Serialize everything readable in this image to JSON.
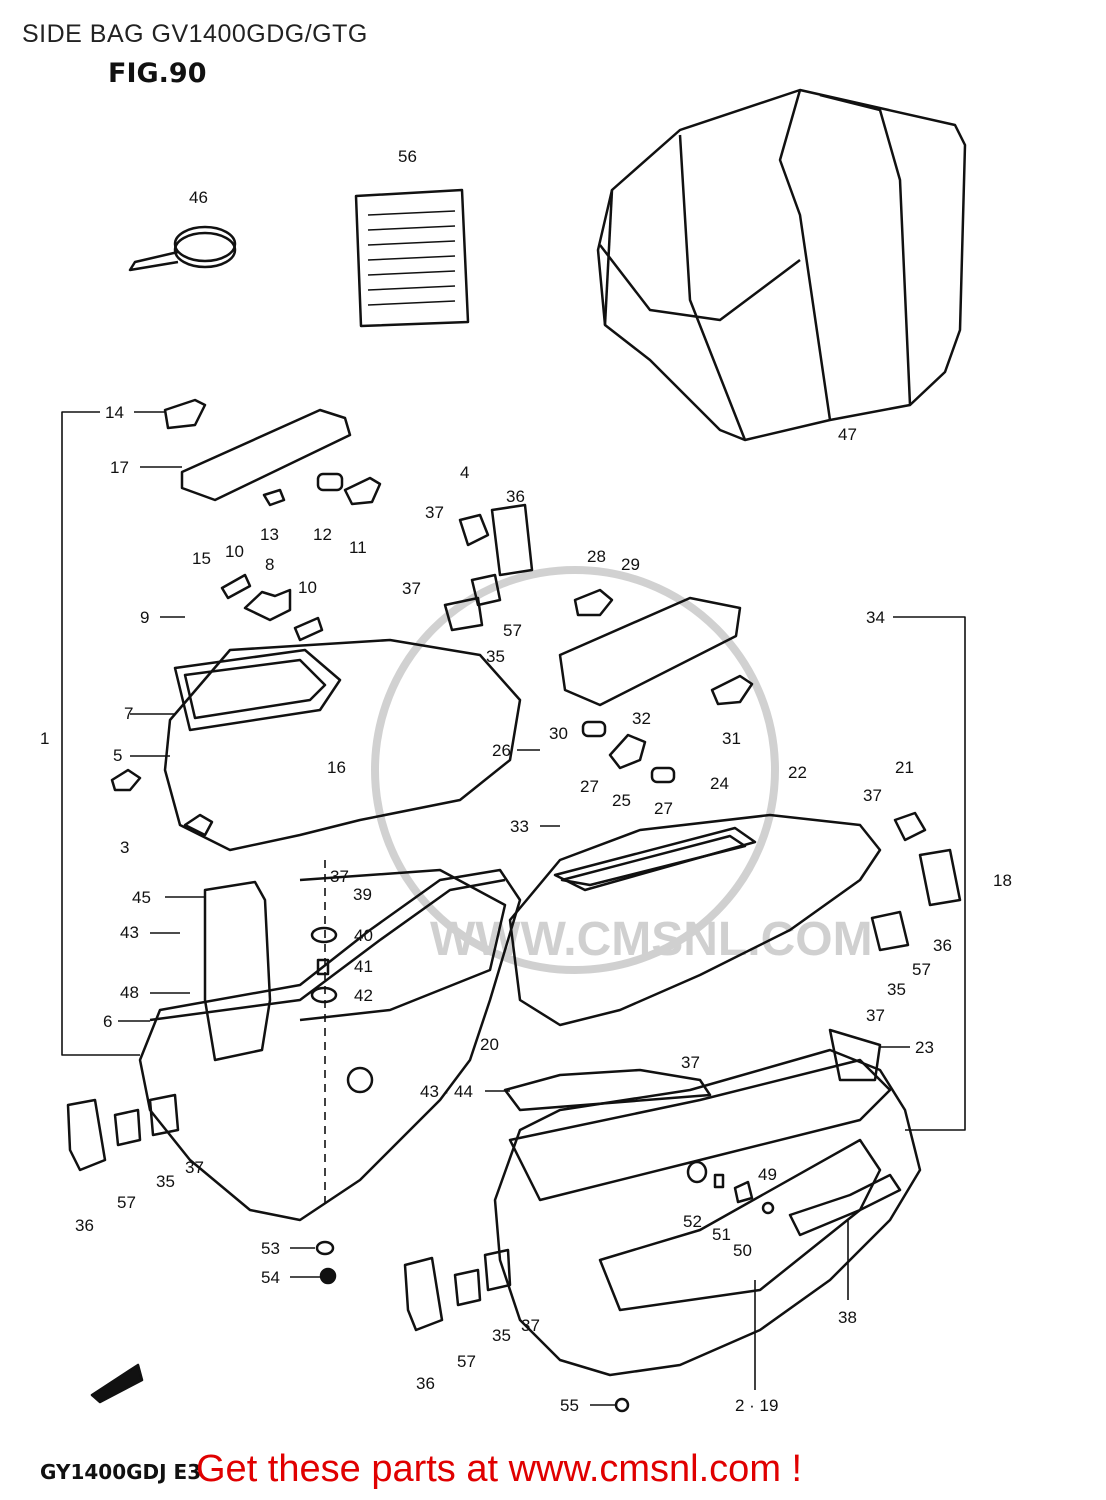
{
  "header": {
    "title": "SIDE BAG GV1400GDG/GTG",
    "figure": "FIG.90"
  },
  "footer": {
    "model_code": "GY1400GDJ E3",
    "cta": "Get these parts at www.cmsnl.com !"
  },
  "watermark": "WWW.CMSNL.COM",
  "callouts": [
    {
      "id": "c46",
      "text": "46"
    },
    {
      "id": "c56",
      "text": "56"
    },
    {
      "id": "c47",
      "text": "47"
    },
    {
      "id": "c14",
      "text": "14"
    },
    {
      "id": "c17",
      "text": "17"
    },
    {
      "id": "c13",
      "text": "13"
    },
    {
      "id": "c12",
      "text": "12"
    },
    {
      "id": "c11",
      "text": "11"
    },
    {
      "id": "c15",
      "text": "15"
    },
    {
      "id": "c10a",
      "text": "10"
    },
    {
      "id": "c8",
      "text": "8"
    },
    {
      "id": "c10b",
      "text": "10"
    },
    {
      "id": "c9",
      "text": "9"
    },
    {
      "id": "c4",
      "text": "4"
    },
    {
      "id": "c36a",
      "text": "36"
    },
    {
      "id": "c37a",
      "text": "37"
    },
    {
      "id": "c37b",
      "text": "37"
    },
    {
      "id": "c57a",
      "text": "57"
    },
    {
      "id": "c35a",
      "text": "35"
    },
    {
      "id": "c28",
      "text": "28"
    },
    {
      "id": "c29",
      "text": "29"
    },
    {
      "id": "c34",
      "text": "34"
    },
    {
      "id": "c7",
      "text": "7"
    },
    {
      "id": "c1",
      "text": "1"
    },
    {
      "id": "c5",
      "text": "5"
    },
    {
      "id": "c16",
      "text": "16"
    },
    {
      "id": "c3",
      "text": "3"
    },
    {
      "id": "c30",
      "text": "30"
    },
    {
      "id": "c32",
      "text": "32"
    },
    {
      "id": "c31",
      "text": "31"
    },
    {
      "id": "c26",
      "text": "26"
    },
    {
      "id": "c27a",
      "text": "27"
    },
    {
      "id": "c25",
      "text": "25"
    },
    {
      "id": "c27b",
      "text": "27"
    },
    {
      "id": "c24",
      "text": "24"
    },
    {
      "id": "c22",
      "text": "22"
    },
    {
      "id": "c21",
      "text": "21"
    },
    {
      "id": "c37c",
      "text": "37"
    },
    {
      "id": "c33",
      "text": "33"
    },
    {
      "id": "c18",
      "text": "18"
    },
    {
      "id": "c37d",
      "text": "37"
    },
    {
      "id": "c45",
      "text": "45"
    },
    {
      "id": "c39",
      "text": "39"
    },
    {
      "id": "c43",
      "text": "43"
    },
    {
      "id": "c40",
      "text": "40"
    },
    {
      "id": "c41",
      "text": "41"
    },
    {
      "id": "c48",
      "text": "48"
    },
    {
      "id": "c42",
      "text": "42"
    },
    {
      "id": "c6",
      "text": "6"
    },
    {
      "id": "c36b",
      "text": "36"
    },
    {
      "id": "c57b",
      "text": "57"
    },
    {
      "id": "c35b",
      "text": "35"
    },
    {
      "id": "c37e",
      "text": "37"
    },
    {
      "id": "c20",
      "text": "20"
    },
    {
      "id": "c37f",
      "text": "37"
    },
    {
      "id": "c23",
      "text": "23"
    },
    {
      "id": "c4344",
      "text": "43 · 44"
    },
    {
      "id": "c36c",
      "text": "36"
    },
    {
      "id": "c57c",
      "text": "57"
    },
    {
      "id": "c35c",
      "text": "35"
    },
    {
      "id": "c37g",
      "text": "37"
    },
    {
      "id": "c49",
      "text": "49"
    },
    {
      "id": "c52",
      "text": "52"
    },
    {
      "id": "c51",
      "text": "51"
    },
    {
      "id": "c50",
      "text": "50"
    },
    {
      "id": "c38",
      "text": "38"
    },
    {
      "id": "c53",
      "text": "53"
    },
    {
      "id": "c54",
      "text": "54"
    },
    {
      "id": "c36d",
      "text": "36"
    },
    {
      "id": "c57d",
      "text": "57"
    },
    {
      "id": "c35d",
      "text": "35"
    },
    {
      "id": "c37h",
      "text": "37"
    },
    {
      "id": "c55",
      "text": "55"
    },
    {
      "id": "c219",
      "text": "2 · 19"
    }
  ]
}
